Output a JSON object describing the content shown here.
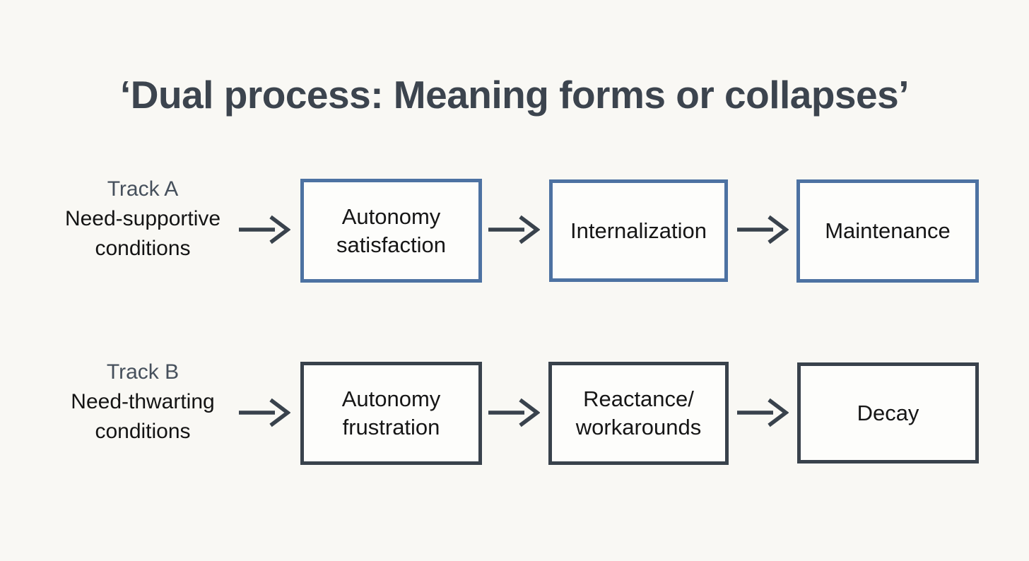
{
  "title": "‘Dual process: Meaning forms or collapses’",
  "colors": {
    "background": "#f9f8f4",
    "title_text": "#3c444e",
    "track_name_text": "#46505c",
    "body_text": "#141414",
    "track_a_box_border": "#4d72a2",
    "track_b_box_border": "#39424c",
    "arrow": "#39424c",
    "box_fill": "#fdfdfb"
  },
  "tracks": [
    {
      "name": "Track A",
      "condition_line1": "Need-supportive",
      "condition_line2": "conditions",
      "boxes": [
        {
          "label": "Autonomy satisfaction"
        },
        {
          "label": "Internalization"
        },
        {
          "label": "Maintenance"
        }
      ]
    },
    {
      "name": "Track B",
      "condition_line1": "Need-thwarting",
      "condition_line2": "conditions",
      "boxes": [
        {
          "label": "Autonomy frustration"
        },
        {
          "label": "Reactance/ workarounds"
        },
        {
          "label": "Decay"
        }
      ]
    }
  ]
}
